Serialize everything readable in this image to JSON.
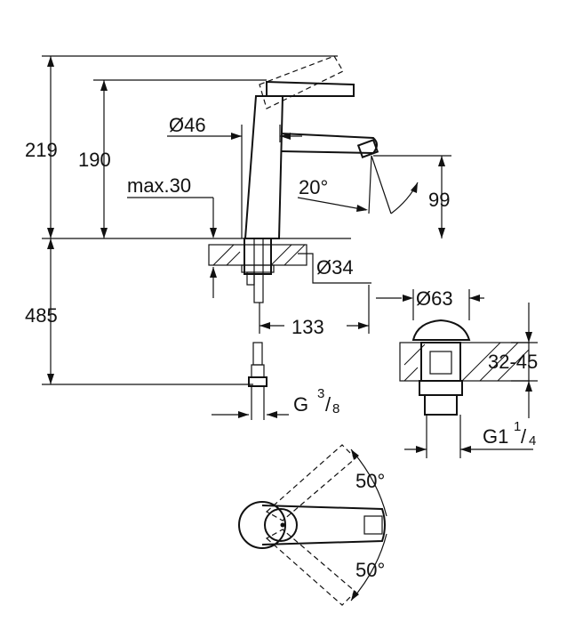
{
  "dimensions": {
    "total_height": "219",
    "spout_height": "190",
    "body_diameter": "Ø46",
    "max_deck_thickness": "max.30",
    "spout_angle": "20°",
    "outlet_height": "99",
    "hole_diameter": "Ø34",
    "hose_length": "485",
    "projection": "133",
    "connection_g": "G",
    "connection_num": "3",
    "connection_den": "8",
    "drain_diameter": "Ø63",
    "drain_range": "32-45",
    "drain_thread": "G1",
    "drain_thread_num": "1",
    "drain_thread_den": "4",
    "handle_rotation_left": "50°",
    "handle_rotation_right": "50°"
  }
}
